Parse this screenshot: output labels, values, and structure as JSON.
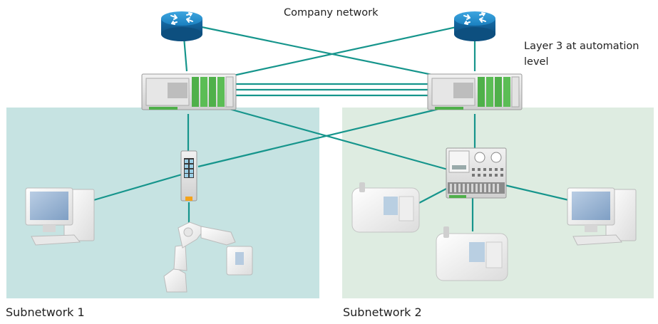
{
  "labels": {
    "company_network": "Company network",
    "layer3": "Layer 3 at automation level",
    "subnetwork1": "Subnetwork 1",
    "subnetwork2": "Subnetwork 2"
  },
  "colors": {
    "subnet1_fill": "#c6e3e2",
    "subnet2_fill": "#deece1",
    "link": "#16958c",
    "router": "#1a7fbf",
    "router_dark": "#0d4f7f",
    "module_green": "#4fb04a"
  },
  "devices": [
    {
      "name": "router-left-icon",
      "kind": "router"
    },
    {
      "name": "router-right-icon",
      "kind": "router"
    },
    {
      "name": "layer3-switch-left",
      "kind": "layer3-switch"
    },
    {
      "name": "layer3-switch-right",
      "kind": "layer3-switch"
    },
    {
      "name": "unmanaged-switch",
      "kind": "switch"
    },
    {
      "name": "controller",
      "kind": "controller"
    },
    {
      "name": "pc-left-icon",
      "kind": "pc"
    },
    {
      "name": "pc-right-icon",
      "kind": "pc"
    },
    {
      "name": "robot-arm-icon",
      "kind": "robot"
    },
    {
      "name": "machine-left-icon",
      "kind": "machine"
    },
    {
      "name": "machine-bottom-icon",
      "kind": "machine"
    }
  ]
}
